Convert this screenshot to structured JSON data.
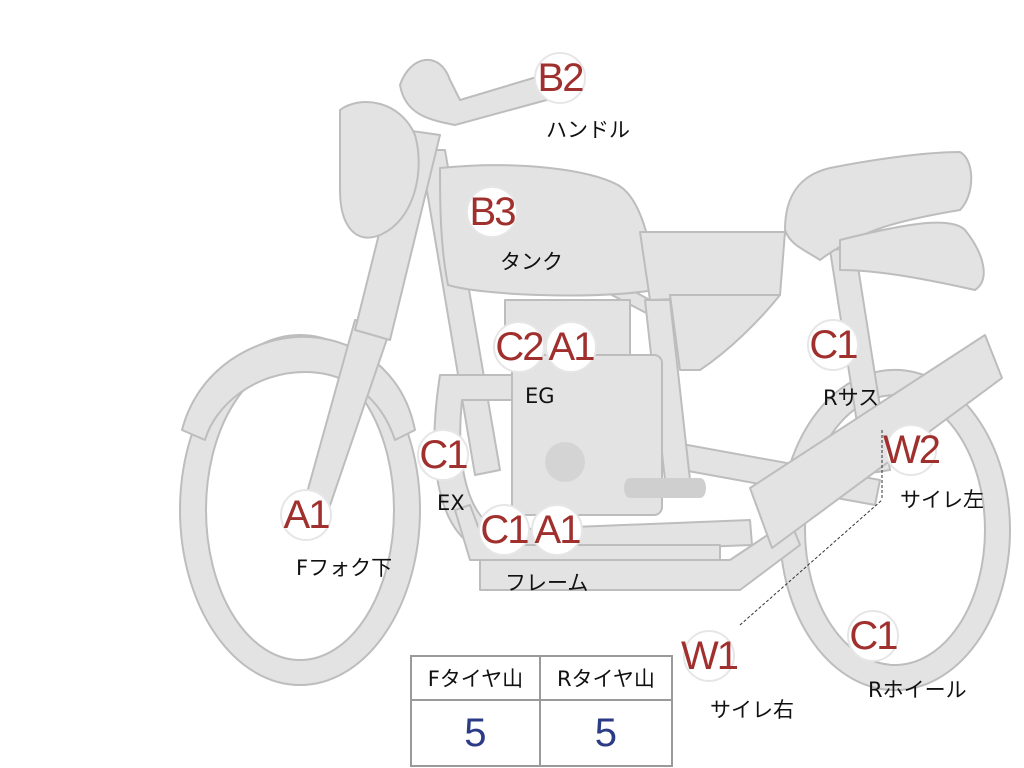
{
  "points": [
    {
      "id": "handle",
      "grade": "B2",
      "label": "ハンドル"
    },
    {
      "id": "tank",
      "grade": "B3",
      "label": "タンク"
    },
    {
      "id": "engine",
      "grades": [
        "C2",
        "A1"
      ],
      "label": "EG"
    },
    {
      "id": "rear-suspension",
      "grade": "C1",
      "label": "Rサス"
    },
    {
      "id": "exhaust",
      "grade": "C1",
      "label": "EX"
    },
    {
      "id": "front-fork",
      "grade": "A1",
      "label": "Fフォク下"
    },
    {
      "id": "frame",
      "grades": [
        "C1",
        "A1"
      ],
      "label": "フレーム"
    },
    {
      "id": "muffler-left",
      "grade": "W2",
      "label": "サイレ左"
    },
    {
      "id": "muffler-right",
      "grade": "W1",
      "label": "サイレ右"
    },
    {
      "id": "rear-wheel",
      "grade": "C1",
      "label": "Rホイール"
    }
  ],
  "tire_table": {
    "headers": [
      "Fタイヤ山",
      "Rタイヤ山"
    ],
    "values": [
      "5",
      "5"
    ]
  },
  "colors": {
    "bike_fill": "#e3e3e3",
    "bike_stroke": "#bdbdbd",
    "grade_text": "#a0302e",
    "tire_value_text": "#2c3b86"
  }
}
